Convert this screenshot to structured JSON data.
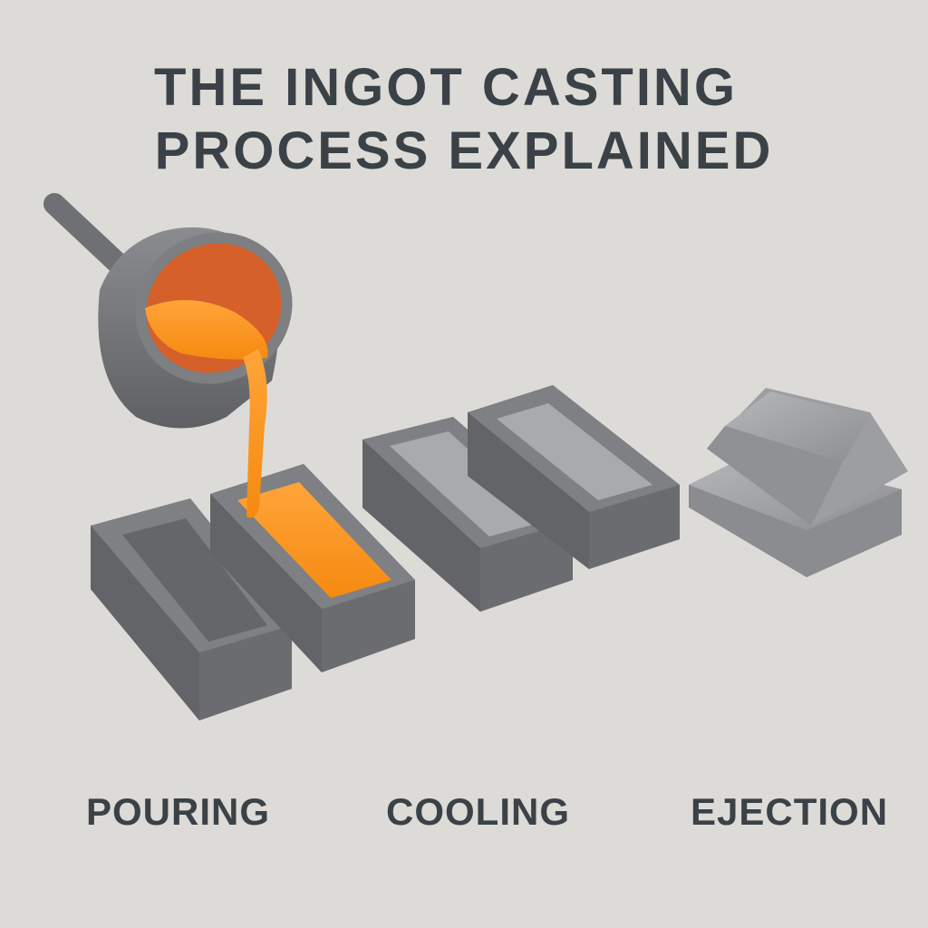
{
  "title": {
    "line1": "THE INGOT CASTING",
    "line2": "PROCESS EXPLAINED"
  },
  "stages": [
    {
      "label": "POURING"
    },
    {
      "label": "COOLING"
    },
    {
      "label": "EJECTION"
    }
  ],
  "colors": {
    "background": "#dddbd7",
    "text": "#3b4247",
    "metal": "#6d6f72",
    "molten": "#f7941d"
  }
}
